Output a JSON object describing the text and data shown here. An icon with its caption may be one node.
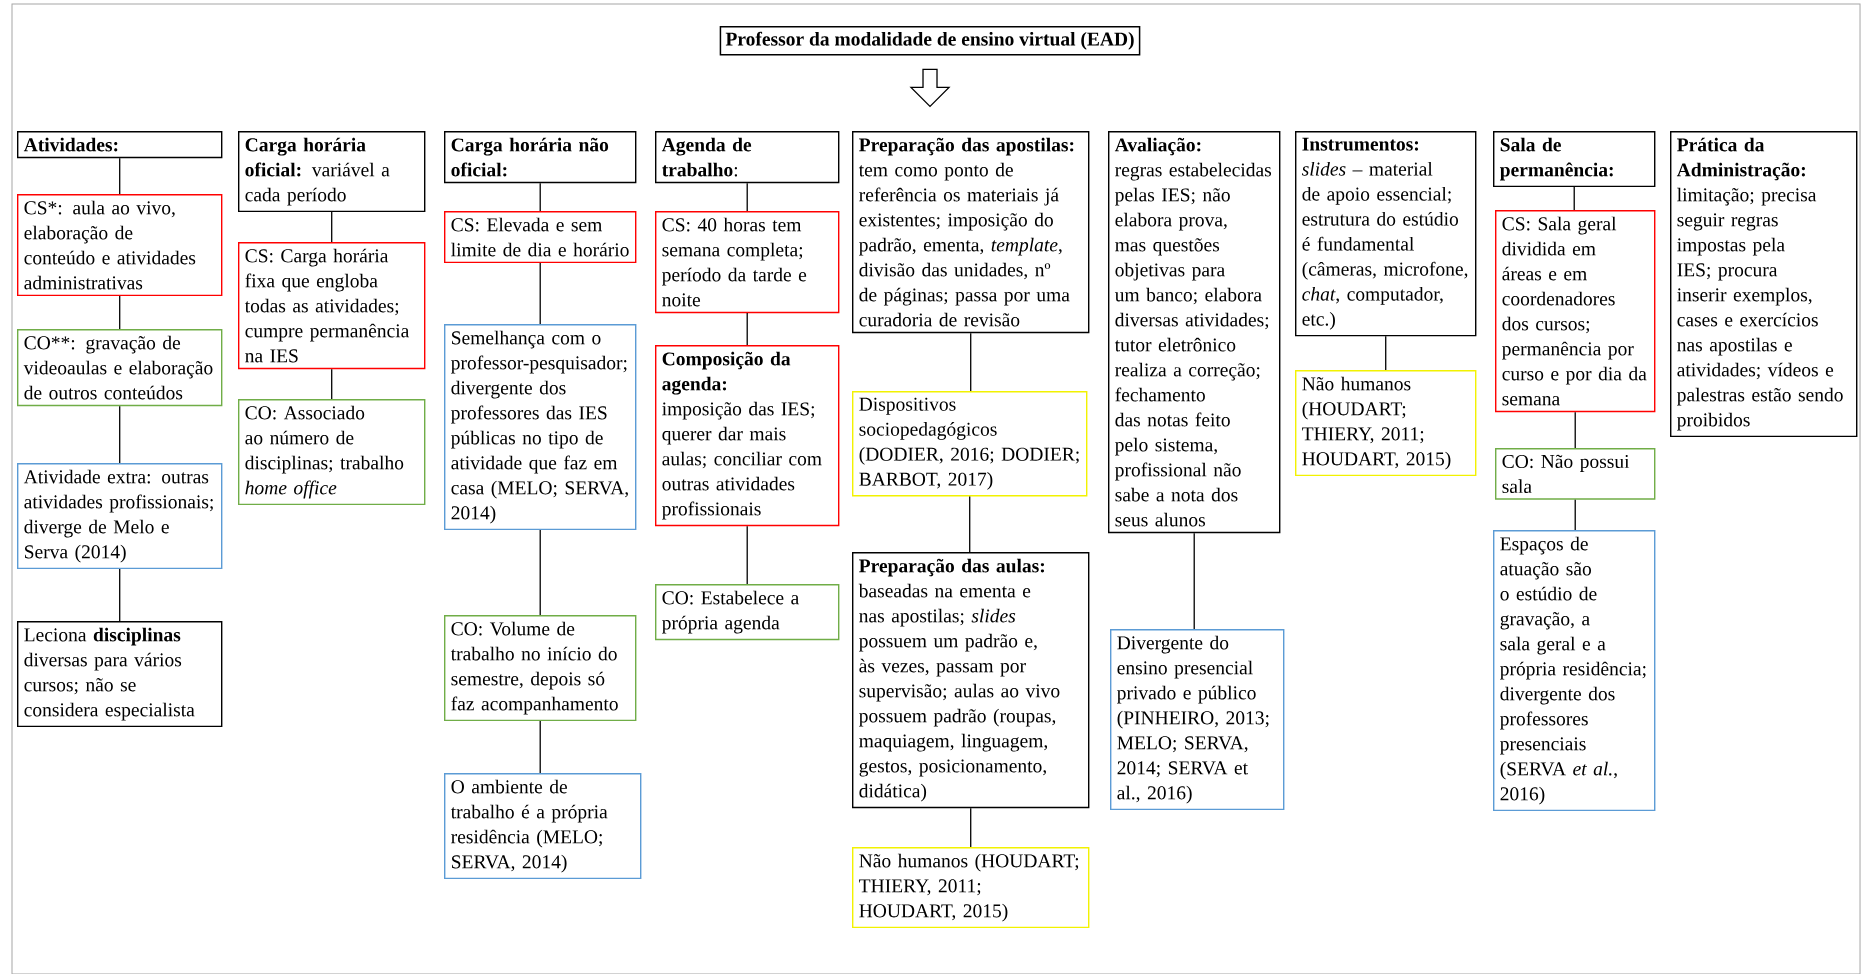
{
  "diagram": {
    "nodes": [
      {
        "text": [
          "Professor da modalidade de ensino virtual (EAD)"
        ]
      },
      {
        "text": [
          "Atividades:"
        ]
      },
      {
        "text": [
          "CS*: aula ao vivo, elaboração de conteúdo e atividades administrativas"
        ]
      },
      {
        "text": [
          "CO**: gravação de videoaulas e elaboração de outros conteúdos"
        ]
      },
      {
        "text": [
          "Atividade extra: outras atividades profissionais; diverge de Melo e Serva (2014)"
        ]
      },
      {
        "text": [
          "Leciona **disciplinas** diversas para vários cursos; não se considera especialista"
        ]
      },
      {
        "text": [
          "**Carga horária oficial:** variável a cada período"
        ]
      },
      {
        "text": [
          "CS: Carga horária fixa que engloba todas as atividades; cumpre permanência na IES"
        ]
      },
      {
        "text": [
          "CO: Associado ao número de disciplinas; trabalho *home office*"
        ]
      },
      {
        "text": [
          "Carga horária não oficial:"
        ]
      },
      {
        "text": [
          "CS: Elevada e sem limite de dia e horário"
        ]
      },
      {
        "text": [
          "Semelhança com o professor-pesquisador; divergente dos professores das IES públicas no tipo de atividade que faz em casa (MELO; SERVA, 2014)"
        ]
      },
      {
        "text": [
          "CO: Volume de trabalho no início do semestre, depois só faz acompanhamento"
        ]
      },
      {
        "text": [
          "O ambiente de trabalho é a própria residência (MELO; SERVA, 2014)"
        ]
      },
      {
        "text": [
          "**Agenda de trabalho**:"
        ]
      },
      {
        "text": [
          "CS: 40 horas tem semana completa; período da tarde e noite"
        ]
      },
      {
        "text": [
          "Composição da agenda:",
          "imposição das IES; querer dar mais aulas; conciliar com outras atividades profissionais"
        ]
      },
      {
        "text": [
          "CO: Estabelece a própria agenda"
        ]
      },
      {
        "text": [
          "**Preparação das apostilas:** tem como ponto de referência os materiais já existentes; imposição do padrão, ementa, *template*, divisão das unidades, nº de páginas; passa por uma curadoria de revisão"
        ]
      },
      {
        "text": [
          "Dispositivos sociopedagógicos (DODIER, 2016; DODIER; BARBOT, 2017)"
        ]
      },
      {
        "text": [
          "Preparação das aulas:",
          "baseadas na ementa e nas apostilas; *slides* possuem um padrão e, às vezes, passam por supervisão; aulas ao vivo possuem padrão (roupas, maquiagem, linguagem, gestos, posicionamento, didática)"
        ]
      },
      {
        "text": [
          "Não humanos (HOUDART; THIERY, 2011; HOUDART, 2015)"
        ]
      },
      {
        "text": [
          "Avaliação:",
          "regras estabelecidas pelas IES; não elabora prova, mas questões objetivas para um banco; elabora diversas atividades; tutor eletrônico realiza a correção; fechamento das notas feito pelo sistema, profissional não sabe a nota dos seus alunos"
        ]
      },
      {
        "text": [
          "Divergente do ensino presencial privado e público (PINHEIRO, 2013; MELO; SERVA, 2014; SERVA et al., 2016)"
        ]
      },
      {
        "text": [
          "Instrumentos:",
          "*slides* – material de apoio essencial; estrutura do estúdio é fundamental (câmeras, microfone, *chat*, computador, etc.)"
        ]
      },
      {
        "text": [
          "Não humanos (HOUDART; THIERY, 2011; HOUDART, 2015)"
        ]
      },
      {
        "text": [
          "Sala de permanência:"
        ]
      },
      {
        "text": [
          "CS: Sala geral dividida em áreas e em coordenadores dos cursos; permanência por curso e por dia da semana"
        ]
      },
      {
        "text": [
          "CO: Não possui sala"
        ]
      },
      {
        "text": [
          "Espaços de atuação são o estúdio de gravação, a sala geral e a própria residência; divergente dos professores presenciais (SERVA *et al.*, 2016)"
        ]
      },
      {
        "text": [
          "Prática da Administração:",
          "limitação; precisa seguir regras impostas pela IES; procura inserir exemplos, cases e exercícios nas apostilas e atividades; vídeos e palestras estão sendo proibidos"
        ]
      }
    ],
    "edges": [
      {
        "from": 0,
        "to": null,
        "arrow": "to"
      },
      {
        "from": 1,
        "to": 2,
        "arrow": "none"
      },
      {
        "from": 2,
        "to": 3,
        "arrow": "none"
      },
      {
        "from": 3,
        "to": 4,
        "arrow": "none"
      },
      {
        "from": 4,
        "to": 5,
        "arrow": "none"
      },
      {
        "from": 6,
        "to": 7,
        "arrow": "none"
      },
      {
        "from": 7,
        "to": 8,
        "arrow": "none"
      },
      {
        "from": 9,
        "to": 10,
        "arrow": "none"
      },
      {
        "from": 10,
        "to": 11,
        "arrow": "none"
      },
      {
        "from": 11,
        "to": 12,
        "arrow": "none"
      },
      {
        "from": 12,
        "to": 13,
        "arrow": "none"
      },
      {
        "from": 14,
        "to": 15,
        "arrow": "none"
      },
      {
        "from": 15,
        "to": 16,
        "arrow": "none"
      },
      {
        "from": 16,
        "to": 17,
        "arrow": "none"
      },
      {
        "from": 18,
        "to": 19,
        "arrow": "none"
      },
      {
        "from": 19,
        "to": 20,
        "arrow": "none"
      },
      {
        "from": 20,
        "to": 21,
        "arrow": "none"
      },
      {
        "from": 22,
        "to": 23,
        "arrow": "none"
      },
      {
        "from": 24,
        "to": 25,
        "arrow": "none"
      },
      {
        "from": 26,
        "to": 27,
        "arrow": "none"
      },
      {
        "from": 27,
        "to": 28,
        "arrow": "none"
      },
      {
        "from": 28,
        "to": 29,
        "arrow": "none"
      }
    ]
  }
}
